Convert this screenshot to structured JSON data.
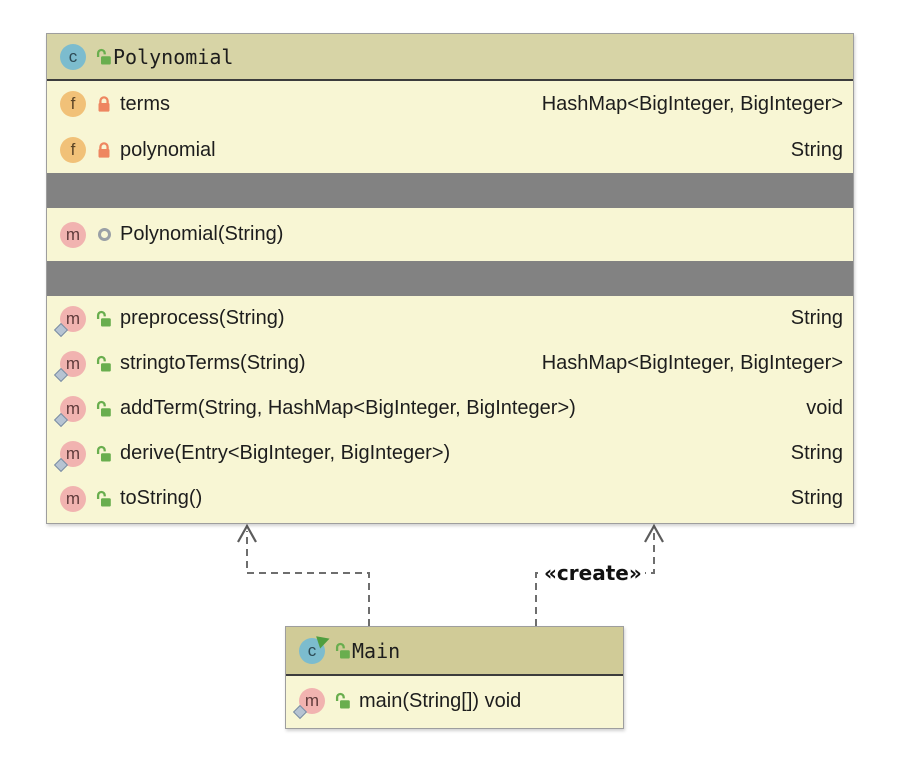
{
  "icons": {
    "class_letter": "c",
    "field_letter": "f",
    "method_letter": "m"
  },
  "polynomial_class": {
    "name": "Polynomial",
    "fields": [
      {
        "name": "terms",
        "type": "HashMap<BigInteger, BigInteger>"
      },
      {
        "name": "polynomial",
        "type": "String"
      }
    ],
    "constructor": {
      "name": "Polynomial(String)"
    },
    "methods": [
      {
        "name": "preprocess(String)",
        "type": "String"
      },
      {
        "name": "stringtoTerms(String)",
        "type": "HashMap<BigInteger, BigInteger>"
      },
      {
        "name": "addTerm(String, HashMap<BigInteger, BigInteger>)",
        "type": "void"
      },
      {
        "name": "derive(Entry<BigInteger, BigInteger>)",
        "type": "String"
      },
      {
        "name": "toString()",
        "type": "String"
      }
    ]
  },
  "main_class": {
    "name": "Main",
    "methods": [
      {
        "name": "main(String[]) void",
        "type": ""
      }
    ]
  },
  "relations": {
    "create_label": "«create»"
  },
  "colors": {
    "canvas_bg": "#ffffff",
    "class_body_bg": "#f8f6d4",
    "polynomial_header_bg": "#d7d4a6",
    "main_header_bg": "#d0cb97",
    "separator_bar": "#828282",
    "box_border": "#9e9e9e",
    "header_underline": "#3c3c3c",
    "edge_gray": "#6e6e6e",
    "class_icon_bg": "#7cbcce",
    "field_icon_bg": "#f1c178",
    "method_icon_bg": "#f1b3b0",
    "public_lock_green": "#69ae4e",
    "private_lock_orange": "#ee8660",
    "run_overlay_green": "#4f9e3f",
    "text": "#1d1d1d"
  }
}
